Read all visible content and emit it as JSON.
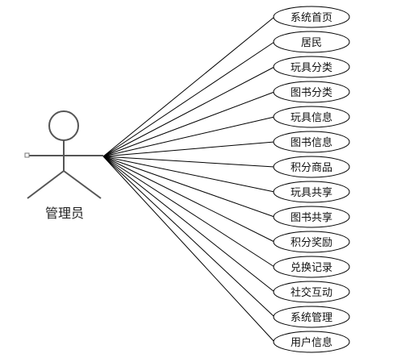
{
  "actor": {
    "name": "管理员",
    "icon": "stick-figure-icon"
  },
  "use_cases": [
    "系统首页",
    "居民",
    "玩具分类",
    "图书分类",
    "玩具信息",
    "图书信息",
    "积分商品",
    "玩具共享",
    "图书共享",
    "积分奖励",
    "兑换记录",
    "社交互动",
    "系统管理",
    "用户信息"
  ],
  "colors": {
    "line": "#000000",
    "actor_stroke": "#555555",
    "ellipse_fill": "#ffffff",
    "ellipse_stroke": "#000000"
  }
}
